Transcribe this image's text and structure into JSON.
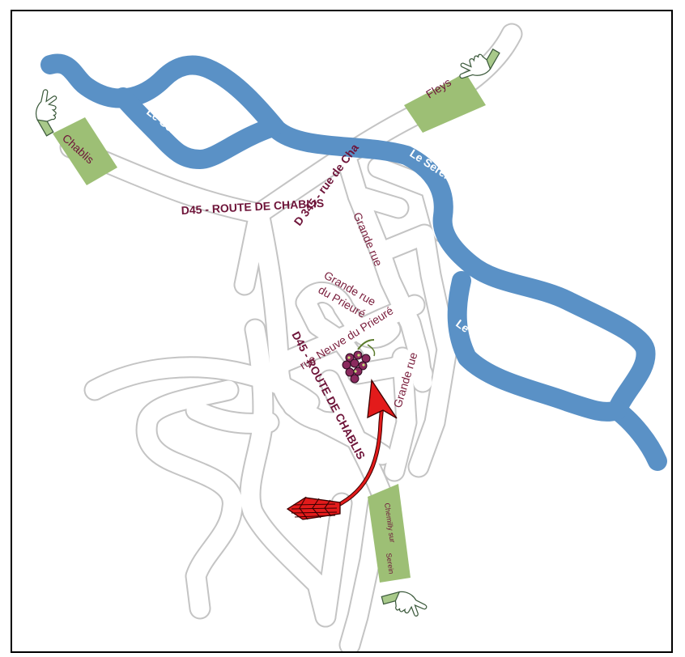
{
  "rivers": [
    {
      "name": "Le Serein"
    },
    {
      "name": "Le Serein"
    },
    {
      "name": "Le Serein"
    }
  ],
  "roads": {
    "d45_west": "D45 - ROUTE DE CHABLIS",
    "d345": "D 345 - rue de Cha",
    "d45_south": "D45 - ROUTE DE CHABLIS"
  },
  "streets": {
    "grande_rue_north": "Grande rue",
    "grande_rue_prieure_line1": "Grande rue",
    "grande_rue_prieure_line2": "du Prieuré",
    "rue_neuve_prieure": "rue Neuve du Prieuré",
    "grande_rue_south": "Grande rue"
  },
  "signs": {
    "chablis": "Chablis",
    "fleys": "Fleys",
    "chemilly_line1": "Chemilly sur",
    "chemilly_line2": "Serein"
  },
  "icons": {
    "destination": "grape-cluster-icon",
    "arrow": "red-arrow-icon",
    "pointer": "pointing-hand-icon"
  },
  "colors": {
    "river": "#5a91c6",
    "sign": "#9dbf75",
    "road_label": "#6e1439",
    "arrow": "#e31b1b",
    "grapes": "#8a2a5e"
  }
}
